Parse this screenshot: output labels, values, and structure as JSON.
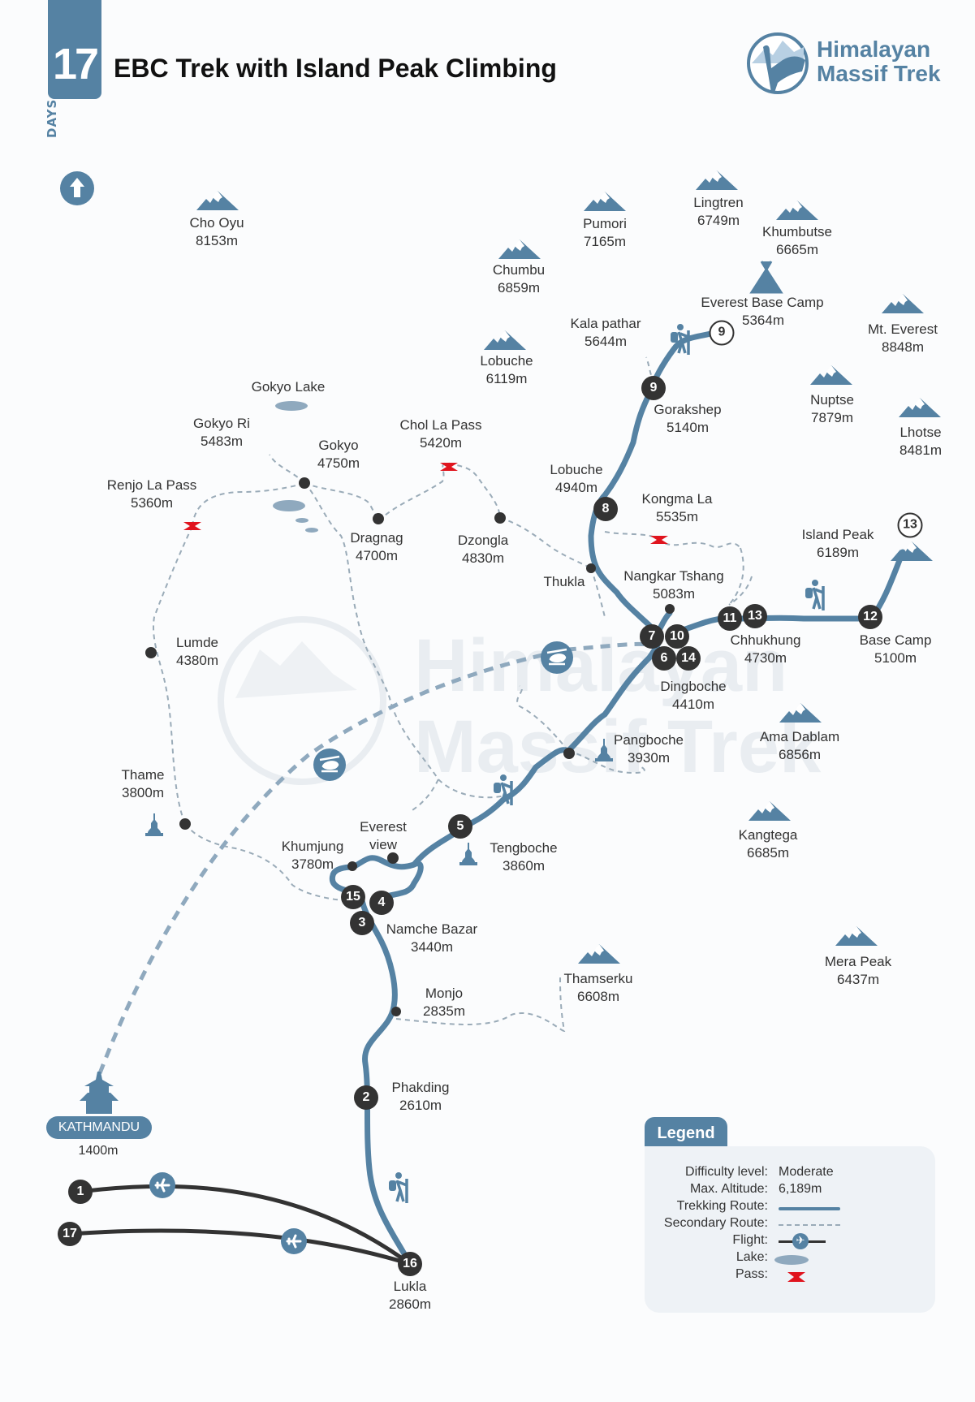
{
  "header": {
    "days_word": "DAYS",
    "days_number": "17",
    "title": "EBC Trek with Island Peak Climbing",
    "brand_line1": "Himalayan",
    "brand_line2": "Massif Trek"
  },
  "colors": {
    "brand_blue": "#5582a3",
    "stop_dark": "#333333",
    "pass_red": "#e0141e",
    "lake": "#8fa9be",
    "secondary_route": "#9aabb8"
  },
  "watermark": {
    "line1": "Himalayan",
    "line2": "Massif Trek"
  },
  "north_icon": "north-arrow-icon",
  "peaks": [
    {
      "name": "Cho Oyu",
      "alt": "8153m"
    },
    {
      "name": "Pumori",
      "alt": "7165m"
    },
    {
      "name": "Lingtren",
      "alt": "6749m"
    },
    {
      "name": "Khumbutse",
      "alt": "6665m"
    },
    {
      "name": "Chumbu",
      "alt": "6859m"
    },
    {
      "name": "Lobuche",
      "alt": "6119m"
    },
    {
      "name": "Mt. Everest",
      "alt": "8848m"
    },
    {
      "name": "Nuptse",
      "alt": "7879m"
    },
    {
      "name": "Lhotse",
      "alt": "8481m"
    },
    {
      "name": "Ama Dablam",
      "alt": "6856m"
    },
    {
      "name": "Kangtega",
      "alt": "6685m"
    },
    {
      "name": "Thamserku",
      "alt": "6608m"
    },
    {
      "name": "Mera Peak",
      "alt": "6437m"
    }
  ],
  "places": {
    "ebc": {
      "name": "Everest Base Camp",
      "alt": "5364m"
    },
    "kala_pathar": {
      "name": "Kala pathar",
      "alt": "5644m"
    },
    "gorakshep": {
      "name": "Gorakshep",
      "alt": "5140m"
    },
    "gokyo_lake": {
      "name": "Gokyo Lake"
    },
    "gokyo_ri": {
      "name": "Gokyo Ri",
      "alt": "5483m"
    },
    "gokyo": {
      "name": "Gokyo",
      "alt": "4750m"
    },
    "chol_la": {
      "name": "Chol La Pass",
      "alt": "5420m"
    },
    "renjo_la": {
      "name": "Renjo La Pass",
      "alt": "5360m"
    },
    "dragnag": {
      "name": "Dragnag",
      "alt": "4700m"
    },
    "dzongla": {
      "name": "Dzongla",
      "alt": "4830m"
    },
    "lobuche_v": {
      "name": "Lobuche",
      "alt": "4940m"
    },
    "kongma_la": {
      "name": "Kongma La",
      "alt": "5535m"
    },
    "island_peak": {
      "name": "Island Peak",
      "alt": "6189m"
    },
    "thukla": {
      "name": "Thukla"
    },
    "nangkar": {
      "name": "Nangkar Tshang",
      "alt": "5083m"
    },
    "chhukhung": {
      "name": "Chhukhung",
      "alt": "4730m"
    },
    "base_camp": {
      "name": "Base Camp",
      "alt": "5100m"
    },
    "lumde": {
      "name": "Lumde",
      "alt": "4380m"
    },
    "dingboche": {
      "name": "Dingboche",
      "alt": "4410m"
    },
    "pangboche": {
      "name": "Pangboche",
      "alt": "3930m"
    },
    "thame": {
      "name": "Thame",
      "alt": "3800m"
    },
    "everest_view": {
      "name": "Everest",
      "name2": "view"
    },
    "khumjung": {
      "name": "Khumjung",
      "alt": "3780m"
    },
    "tengboche": {
      "name": "Tengboche",
      "alt": "3860m"
    },
    "namche": {
      "name": "Namche Bazar",
      "alt": "3440m"
    },
    "monjo": {
      "name": "Monjo",
      "alt": "2835m"
    },
    "phakding": {
      "name": "Phakding",
      "alt": "2610m"
    },
    "kathmandu": {
      "name": "KATHMANDU",
      "alt": "1400m"
    },
    "lukla": {
      "name": "Lukla",
      "alt": "2860m"
    }
  },
  "day_markers": {
    "d1": "1",
    "d2": "2",
    "d3": "3",
    "d4": "4",
    "d5": "5",
    "d6": "6",
    "d7": "7",
    "d8": "8",
    "d9": "9",
    "d9o": "9",
    "d10": "10",
    "d11": "11",
    "d12": "12",
    "d13": "13",
    "d13o": "13",
    "d14": "14",
    "d15": "15",
    "d16": "16",
    "d17": "17"
  },
  "legend": {
    "title": "Legend",
    "difficulty_label": "Difficulty level:",
    "difficulty_value": "Moderate",
    "altitude_label": "Max. Altitude:",
    "altitude_value": "6,189m",
    "trekking_label": "Trekking Route:",
    "secondary_label": "Secondary Route:",
    "flight_label": "Flight:",
    "lake_label": "Lake:",
    "pass_label": "Pass:"
  }
}
